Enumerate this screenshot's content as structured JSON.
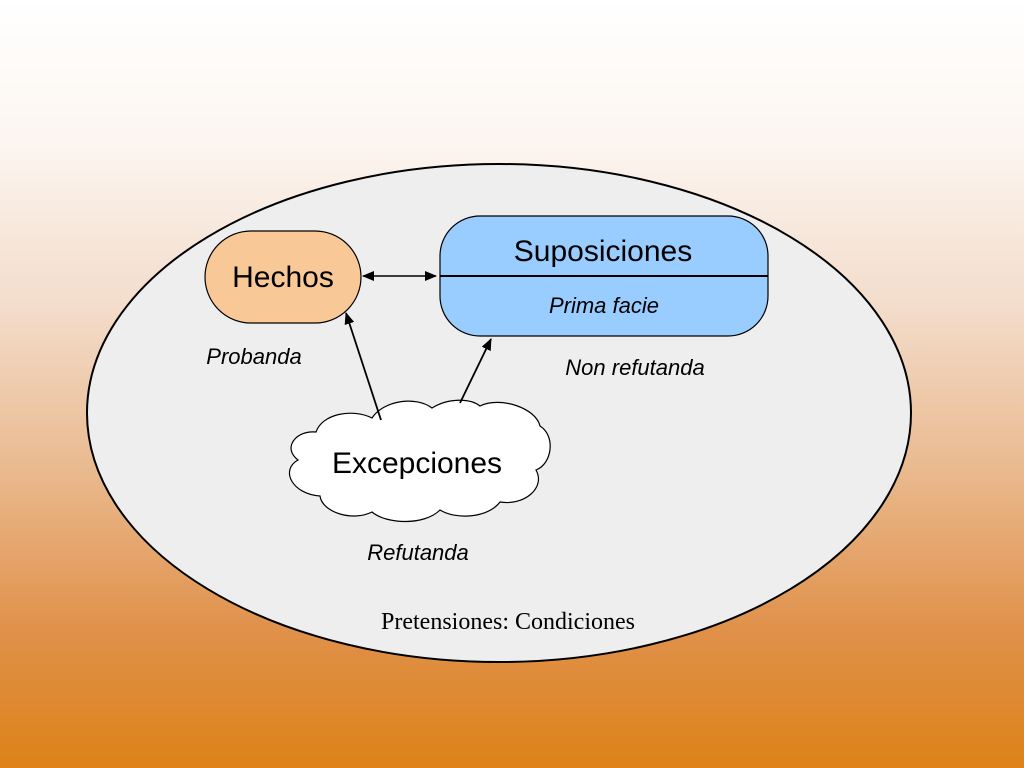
{
  "diagram": {
    "container_label": "Pretensiones: Condiciones",
    "nodes": {
      "hechos": {
        "label": "Hechos",
        "sublabel": "Probanda",
        "fill": "#f9c897"
      },
      "suposiciones": {
        "label": "Suposiciones",
        "inner_label": "Prima facie",
        "sublabel": "Non refutanda",
        "fill": "#99ccff"
      },
      "excepciones": {
        "label": "Excepciones",
        "sublabel": "Refutanda",
        "fill": "#ffffff"
      }
    },
    "edges": [
      {
        "from": "hechos",
        "to": "suposiciones",
        "direction": "both"
      },
      {
        "from": "excepciones",
        "to": "hechos",
        "direction": "forward"
      },
      {
        "from": "excepciones",
        "to": "suposiciones",
        "direction": "forward"
      }
    ],
    "colors": {
      "container_fill": "#eeeeee",
      "stroke": "#000000"
    }
  }
}
